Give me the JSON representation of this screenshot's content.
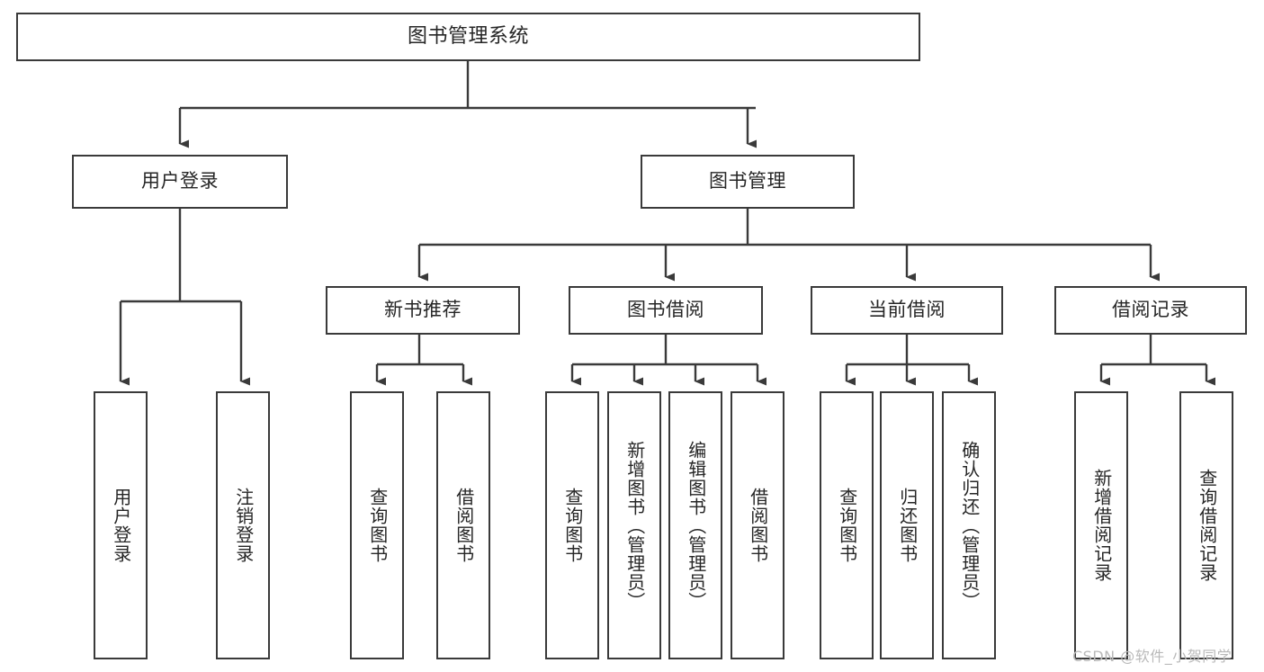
{
  "diagram": {
    "type": "hierarchy-tree",
    "title_node": {
      "label": "图书管理系统"
    },
    "level1": [
      {
        "label": "用户登录"
      },
      {
        "label": "图书管理"
      }
    ],
    "level2": [
      {
        "label": "新书推荐"
      },
      {
        "label": "图书借阅"
      },
      {
        "label": "当前借阅"
      },
      {
        "label": "借阅记录"
      }
    ],
    "leaves": {
      "user_login": [
        {
          "label": "用户登录"
        },
        {
          "label": "注销登录"
        }
      ],
      "new_book_recommend": [
        {
          "label": "查询图书"
        },
        {
          "label": "借阅图书"
        }
      ],
      "book_borrow": [
        {
          "label": "查询图书"
        },
        {
          "label": "新增图书（管理员）"
        },
        {
          "label": "编辑图书（管理员）"
        },
        {
          "label": "借阅图书"
        }
      ],
      "current_borrow": [
        {
          "label": "查询图书"
        },
        {
          "label": "归还图书"
        },
        {
          "label": "确认归还（管理员）"
        }
      ],
      "borrow_record": [
        {
          "label": "新增借阅记录"
        },
        {
          "label": "查询借阅记录"
        }
      ]
    }
  },
  "watermark": {
    "text": "CSDN @软件_小贺同学"
  },
  "colors": {
    "background": "#ffffff",
    "stroke": "#3a3a3a",
    "text": "#262626",
    "watermark": "#b9b9b9"
  }
}
